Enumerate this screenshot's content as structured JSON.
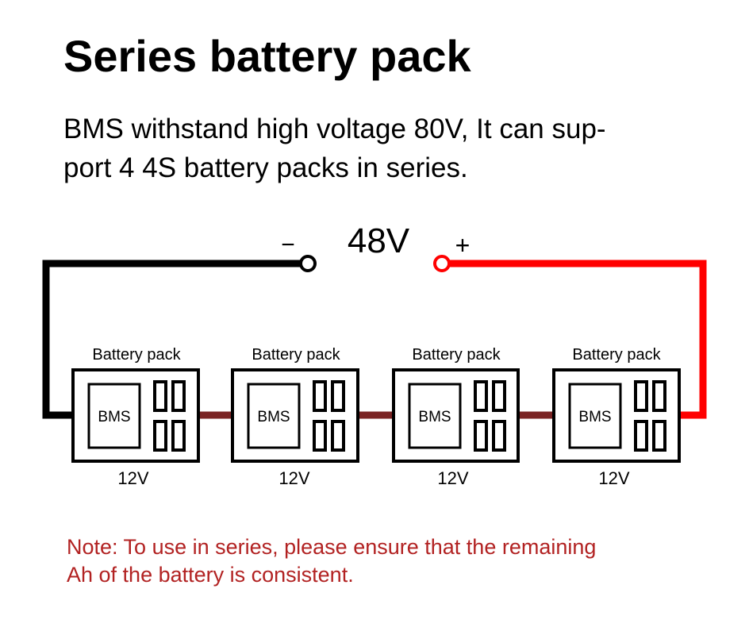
{
  "title": "Series battery pack",
  "description_lines": [
    "BMS withstand high voltage 80V, It can sup-",
    "port 4 4S battery packs in series."
  ],
  "terminals": {
    "negative": "−",
    "positive": "+",
    "total_voltage": "48V"
  },
  "packs": [
    {
      "label": "Battery pack",
      "bms": "BMS",
      "voltage": "12V"
    },
    {
      "label": "Battery pack",
      "bms": "BMS",
      "voltage": "12V"
    },
    {
      "label": "Battery pack",
      "bms": "BMS",
      "voltage": "12V"
    },
    {
      "label": "Battery pack",
      "bms": "BMS",
      "voltage": "12V"
    }
  ],
  "note_lines": [
    "Note: To use in series, please ensure that the remaining",
    "Ah of the battery is consistent."
  ],
  "colors": {
    "negative_wire": "#000000",
    "positive_wire": "#ff0000",
    "link_wire": "#7a2424",
    "note_text": "#b22222"
  }
}
